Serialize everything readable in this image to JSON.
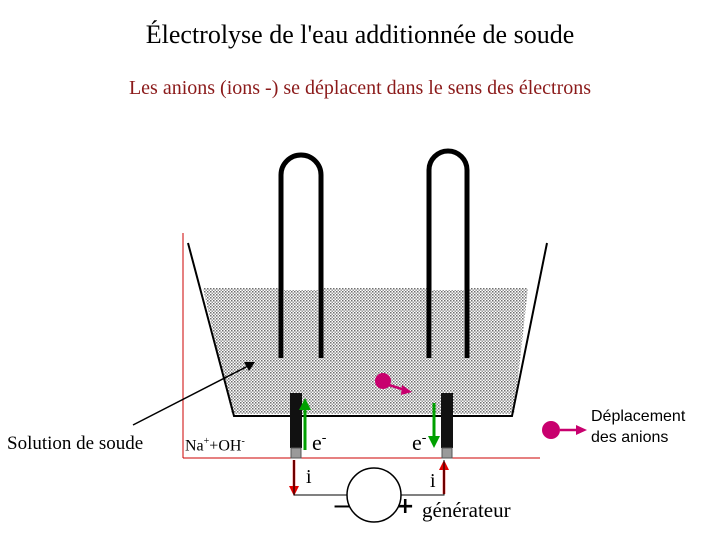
{
  "title": "Électrolyse de l'eau additionnée de soude",
  "subtitle": "Les anions (ions -) se déplacent dans le sens des électrons",
  "solution": {
    "label": "Solution de soude",
    "ion1": "Na",
    "ion1_charge": "+",
    "joiner": "+",
    "ion2": "OH",
    "ion2_charge": "-"
  },
  "electrodes": {
    "electron_symbol": "e",
    "electron_charge": "-",
    "current_symbol": "i"
  },
  "generator": {
    "label": "générateur",
    "minus": "−",
    "plus": "+"
  },
  "legend": {
    "line1": "Déplacement",
    "line2": "des anions"
  },
  "colors": {
    "subtitle": "#8b1a1a",
    "electron_arrow": "#00a000",
    "current_arrow": "#e00000",
    "anion": "#c8006e",
    "circuit_wire": "#cc0000",
    "solution_fill": "#d9d9d9"
  }
}
